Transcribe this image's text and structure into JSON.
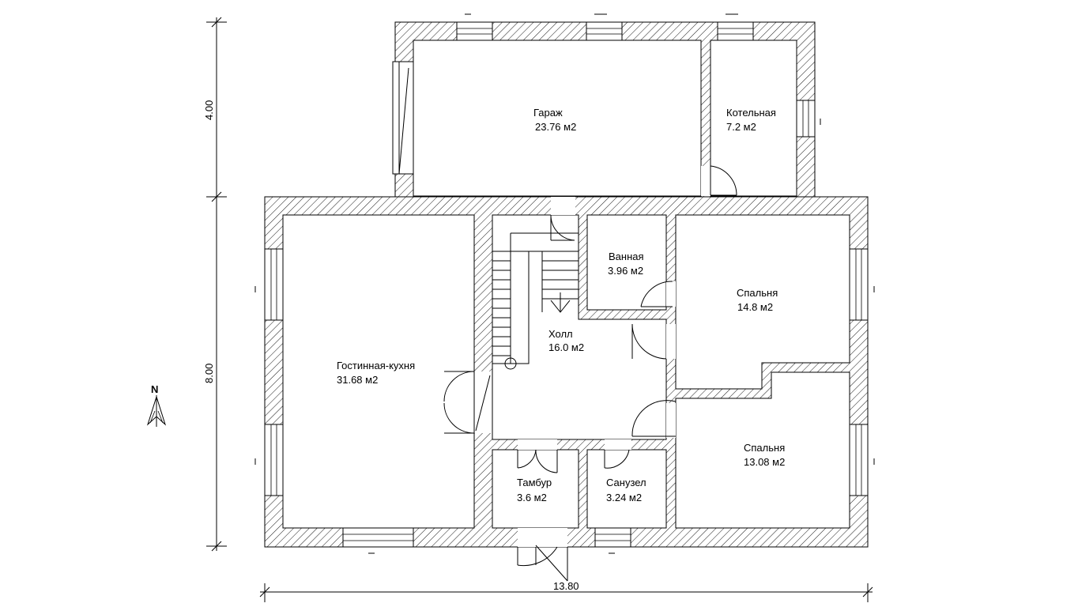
{
  "rooms": {
    "garage": {
      "name": "Гараж",
      "area": "23.76 м2"
    },
    "boiler": {
      "name": "Котельная",
      "area": "7.2 м2"
    },
    "bathroom": {
      "name": "Ванная",
      "area": "3.96 м2"
    },
    "bedroom1": {
      "name": "Спальня",
      "area": "14.8 м2"
    },
    "hall": {
      "name": "Холл",
      "area": "16.0 м2"
    },
    "living_kitchen": {
      "name": "Гостинная-кухня",
      "area": "31.68 м2"
    },
    "bedroom2": {
      "name": "Спальня",
      "area": "13.08 м2"
    },
    "vestibule": {
      "name": "Тамбур",
      "area": "3.6 м2"
    },
    "toilet": {
      "name": "Санузел",
      "area": "3.24 м2"
    }
  },
  "dimensions": {
    "garage_depth": "4.00",
    "house_depth": "8.00",
    "house_width": "13.80"
  },
  "north": "N"
}
